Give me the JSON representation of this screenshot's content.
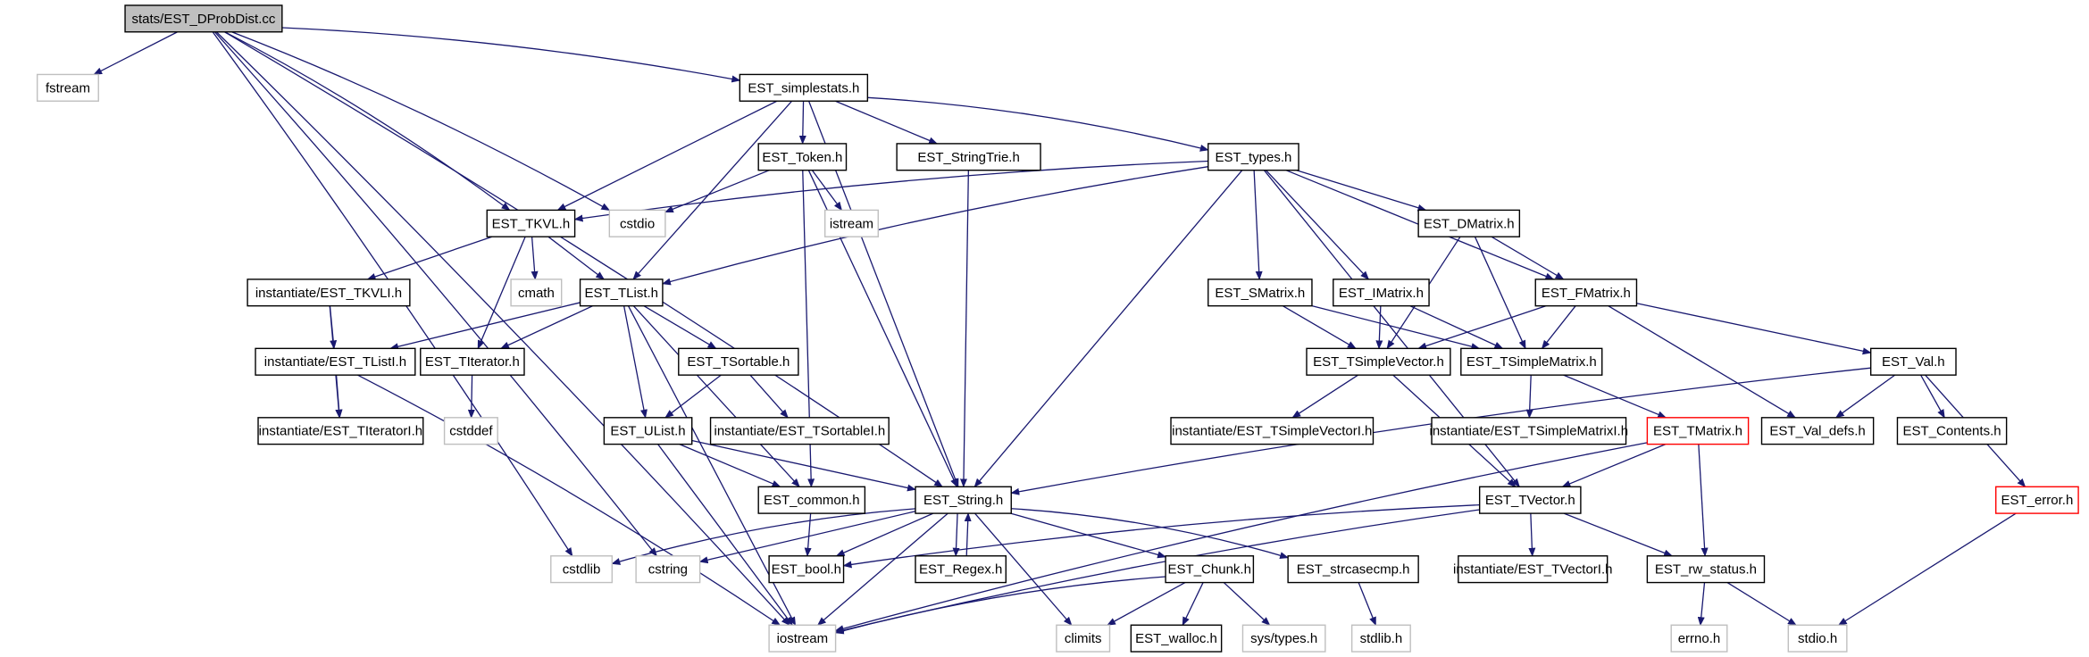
{
  "nodes": [
    {
      "id": "root",
      "label": "stats/EST_DProbDist.cc",
      "style": "root"
    },
    {
      "id": "fstream",
      "label": "fstream",
      "style": "system"
    },
    {
      "id": "simplestats",
      "label": "EST_simplestats.h",
      "style": "normal"
    },
    {
      "id": "cstdio",
      "label": "cstdio",
      "style": "system"
    },
    {
      "id": "tkvl",
      "label": "EST_TKVL.h",
      "style": "normal"
    },
    {
      "id": "token",
      "label": "EST_Token.h",
      "style": "normal"
    },
    {
      "id": "strtrie",
      "label": "EST_StringTrie.h",
      "style": "normal"
    },
    {
      "id": "types",
      "label": "EST_types.h",
      "style": "normal"
    },
    {
      "id": "istream",
      "label": "istream",
      "style": "system"
    },
    {
      "id": "tkvli",
      "label": "instantiate/EST_TKVLI.h",
      "style": "normal"
    },
    {
      "id": "cmath",
      "label": "cmath",
      "style": "system"
    },
    {
      "id": "tlist",
      "label": "EST_TList.h",
      "style": "normal"
    },
    {
      "id": "dmatrix",
      "label": "EST_DMatrix.h",
      "style": "normal"
    },
    {
      "id": "smatrix",
      "label": "EST_SMatrix.h",
      "style": "normal"
    },
    {
      "id": "imatrix",
      "label": "EST_IMatrix.h",
      "style": "normal"
    },
    {
      "id": "fmatrix",
      "label": "EST_FMatrix.h",
      "style": "normal"
    },
    {
      "id": "tlisti",
      "label": "instantiate/EST_TListI.h",
      "style": "normal"
    },
    {
      "id": "titer",
      "label": "EST_TIterator.h",
      "style": "normal"
    },
    {
      "id": "tsortable",
      "label": "EST_TSortable.h",
      "style": "normal"
    },
    {
      "id": "tsvector",
      "label": "EST_TSimpleVector.h",
      "style": "normal"
    },
    {
      "id": "tsmatrix",
      "label": "EST_TSimpleMatrix.h",
      "style": "normal"
    },
    {
      "id": "val",
      "label": "EST_Val.h",
      "style": "normal"
    },
    {
      "id": "cstddef",
      "label": "cstddef",
      "style": "system"
    },
    {
      "id": "titeri",
      "label": "instantiate/EST_TIteratorI.h",
      "style": "normal"
    },
    {
      "id": "ulist",
      "label": "EST_UList.h",
      "style": "normal"
    },
    {
      "id": "tsortablei",
      "label": "instantiate/EST_TSortableI.h",
      "style": "normal"
    },
    {
      "id": "tsvectori",
      "label": "instantiate/EST_TSimpleVectorI.h",
      "style": "normal"
    },
    {
      "id": "tsmatrixi",
      "label": "instantiate/EST_TSimpleMatrixI.h",
      "style": "normal"
    },
    {
      "id": "tmatrix",
      "label": "EST_TMatrix.h",
      "style": "red"
    },
    {
      "id": "valdefs",
      "label": "EST_Val_defs.h",
      "style": "normal"
    },
    {
      "id": "contents",
      "label": "EST_Contents.h",
      "style": "normal"
    },
    {
      "id": "common",
      "label": "EST_common.h",
      "style": "normal"
    },
    {
      "id": "string",
      "label": "EST_String.h",
      "style": "normal"
    },
    {
      "id": "tvector",
      "label": "EST_TVector.h",
      "style": "normal"
    },
    {
      "id": "error",
      "label": "EST_error.h",
      "style": "red"
    },
    {
      "id": "cstdlib",
      "label": "cstdlib",
      "style": "system"
    },
    {
      "id": "cstring",
      "label": "cstring",
      "style": "system"
    },
    {
      "id": "bool",
      "label": "EST_bool.h",
      "style": "normal"
    },
    {
      "id": "regex",
      "label": "EST_Regex.h",
      "style": "normal"
    },
    {
      "id": "chunk",
      "label": "EST_Chunk.h",
      "style": "normal"
    },
    {
      "id": "strcasecmp",
      "label": "EST_strcasecmp.h",
      "style": "normal"
    },
    {
      "id": "tvectori",
      "label": "instantiate/EST_TVectorI.h",
      "style": "normal"
    },
    {
      "id": "rwstatus",
      "label": "EST_rw_status.h",
      "style": "normal"
    },
    {
      "id": "iostream",
      "label": "iostream",
      "style": "system"
    },
    {
      "id": "climits",
      "label": "climits",
      "style": "system"
    },
    {
      "id": "walloc",
      "label": "EST_walloc.h",
      "style": "normal"
    },
    {
      "id": "systypes",
      "label": "sys/types.h",
      "style": "system"
    },
    {
      "id": "stdlib",
      "label": "stdlib.h",
      "style": "system"
    },
    {
      "id": "errno",
      "label": "errno.h",
      "style": "system"
    },
    {
      "id": "stdio",
      "label": "stdio.h",
      "style": "system"
    }
  ],
  "edges": [
    [
      "root",
      "fstream"
    ],
    [
      "root",
      "simplestats"
    ],
    [
      "root",
      "tkvl"
    ],
    [
      "root",
      "cstdio"
    ],
    [
      "root",
      "string"
    ],
    [
      "root",
      "cstdlib"
    ],
    [
      "root",
      "cstring"
    ],
    [
      "root",
      "iostream"
    ],
    [
      "simplestats",
      "tkvl"
    ],
    [
      "simplestats",
      "token"
    ],
    [
      "simplestats",
      "strtrie"
    ],
    [
      "simplestats",
      "types"
    ],
    [
      "simplestats",
      "tlist"
    ],
    [
      "simplestats",
      "string"
    ],
    [
      "token",
      "cstdio"
    ],
    [
      "token",
      "istream"
    ],
    [
      "token",
      "string"
    ],
    [
      "token",
      "common"
    ],
    [
      "strtrie",
      "string"
    ],
    [
      "types",
      "tkvl"
    ],
    [
      "types",
      "tlist"
    ],
    [
      "types",
      "string"
    ],
    [
      "types",
      "smatrix"
    ],
    [
      "types",
      "imatrix"
    ],
    [
      "types",
      "dmatrix"
    ],
    [
      "types",
      "fmatrix"
    ],
    [
      "types",
      "tvector"
    ],
    [
      "tkvl",
      "tkvli"
    ],
    [
      "tkvl",
      "cmath"
    ],
    [
      "tkvl",
      "tlist"
    ],
    [
      "tkvl",
      "titer"
    ],
    [
      "tkvli",
      "tlisti"
    ],
    [
      "tkvli",
      "titeri"
    ],
    [
      "tlist",
      "tlisti"
    ],
    [
      "tlist",
      "titer"
    ],
    [
      "tlist",
      "tsortable"
    ],
    [
      "tlist",
      "ulist"
    ],
    [
      "tlist",
      "common"
    ],
    [
      "tlist",
      "iostream"
    ],
    [
      "tlisti",
      "titeri"
    ],
    [
      "tlisti",
      "iostream"
    ],
    [
      "titer",
      "cstddef"
    ],
    [
      "tsortable",
      "ulist"
    ],
    [
      "tsortable",
      "tsortablei"
    ],
    [
      "ulist",
      "common"
    ],
    [
      "ulist",
      "string"
    ],
    [
      "ulist",
      "iostream"
    ],
    [
      "common",
      "bool"
    ],
    [
      "string",
      "cstdlib"
    ],
    [
      "string",
      "cstring"
    ],
    [
      "string",
      "bool"
    ],
    [
      "string",
      "regex"
    ],
    [
      "string",
      "chunk"
    ],
    [
      "string",
      "strcasecmp"
    ],
    [
      "string",
      "iostream"
    ],
    [
      "string",
      "climits"
    ],
    [
      "regex",
      "string"
    ],
    [
      "chunk",
      "iostream"
    ],
    [
      "chunk",
      "climits"
    ],
    [
      "chunk",
      "walloc"
    ],
    [
      "chunk",
      "systypes"
    ],
    [
      "strcasecmp",
      "stdlib"
    ],
    [
      "dmatrix",
      "fmatrix"
    ],
    [
      "dmatrix",
      "tsvector"
    ],
    [
      "dmatrix",
      "tsmatrix"
    ],
    [
      "smatrix",
      "tsvector"
    ],
    [
      "smatrix",
      "tsmatrix"
    ],
    [
      "imatrix",
      "tsvector"
    ],
    [
      "imatrix",
      "tsmatrix"
    ],
    [
      "fmatrix",
      "tsvector"
    ],
    [
      "fmatrix",
      "tsmatrix"
    ],
    [
      "fmatrix",
      "val"
    ],
    [
      "fmatrix",
      "valdefs"
    ],
    [
      "tsvector",
      "tsvectori"
    ],
    [
      "tsvector",
      "tvector"
    ],
    [
      "tsmatrix",
      "tsmatrixi"
    ],
    [
      "tsmatrix",
      "tmatrix"
    ],
    [
      "tmatrix",
      "tvector"
    ],
    [
      "tmatrix",
      "rwstatus"
    ],
    [
      "tmatrix",
      "iostream"
    ],
    [
      "val",
      "valdefs"
    ],
    [
      "val",
      "contents"
    ],
    [
      "val",
      "string"
    ],
    [
      "val",
      "error"
    ],
    [
      "tvector",
      "tvectori"
    ],
    [
      "tvector",
      "rwstatus"
    ],
    [
      "tvector",
      "bool"
    ],
    [
      "tvector",
      "iostream"
    ],
    [
      "rwstatus",
      "errno"
    ],
    [
      "rwstatus",
      "stdio"
    ],
    [
      "error",
      "stdio"
    ]
  ],
  "colors": {
    "edge": "#191970",
    "root_fill": "#bfbfbf",
    "normal_border": "#000000",
    "system_border": "#bfbfbf",
    "red_border": "#ff0000"
  }
}
